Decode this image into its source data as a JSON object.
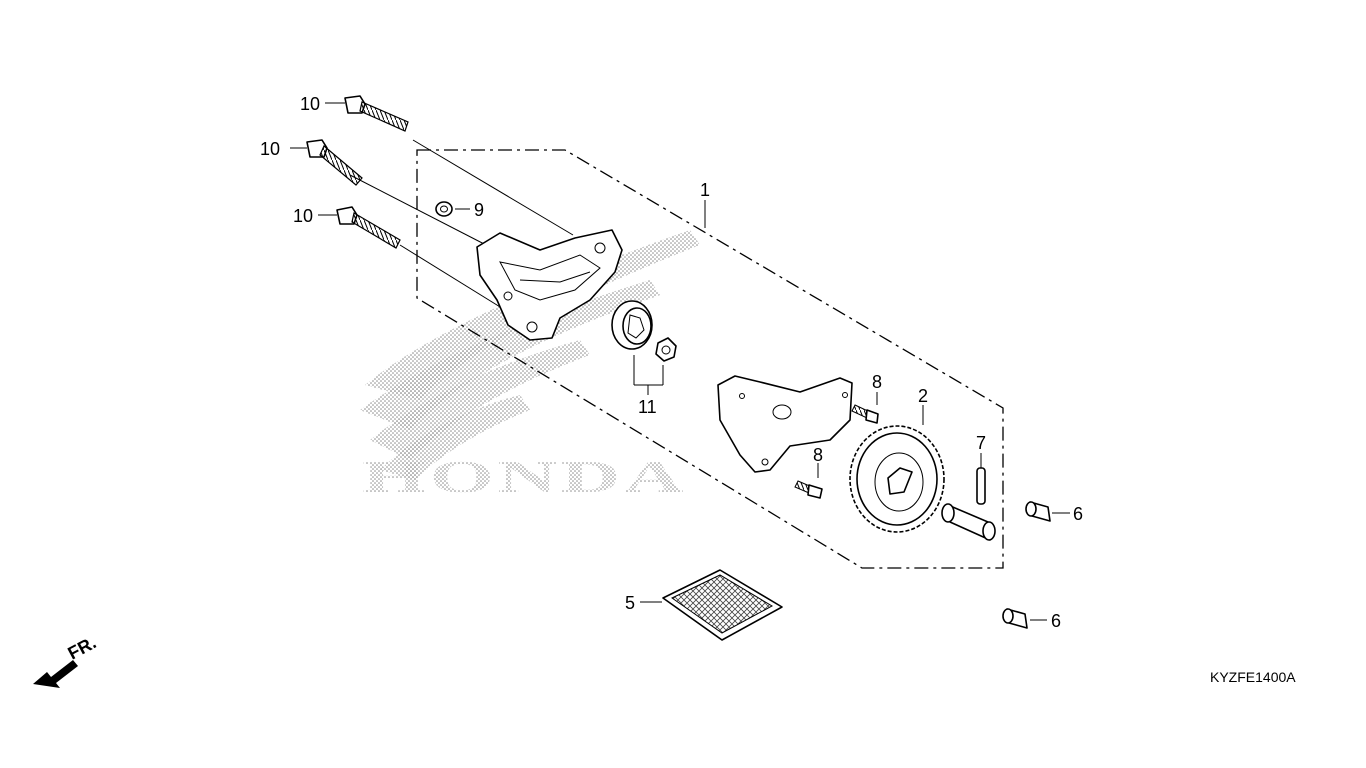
{
  "watermark": {
    "text": "HONDA"
  },
  "direction": {
    "label": "FR."
  },
  "diagram_code": "KYZFE1400A",
  "callouts": {
    "c1": "1",
    "c2": "2",
    "c5": "5",
    "c6a": "6",
    "c6b": "6",
    "c7": "7",
    "c8a": "8",
    "c8b": "8",
    "c9": "9",
    "c10a": "10",
    "c10b": "10",
    "c10c": "10",
    "c11": "11"
  }
}
